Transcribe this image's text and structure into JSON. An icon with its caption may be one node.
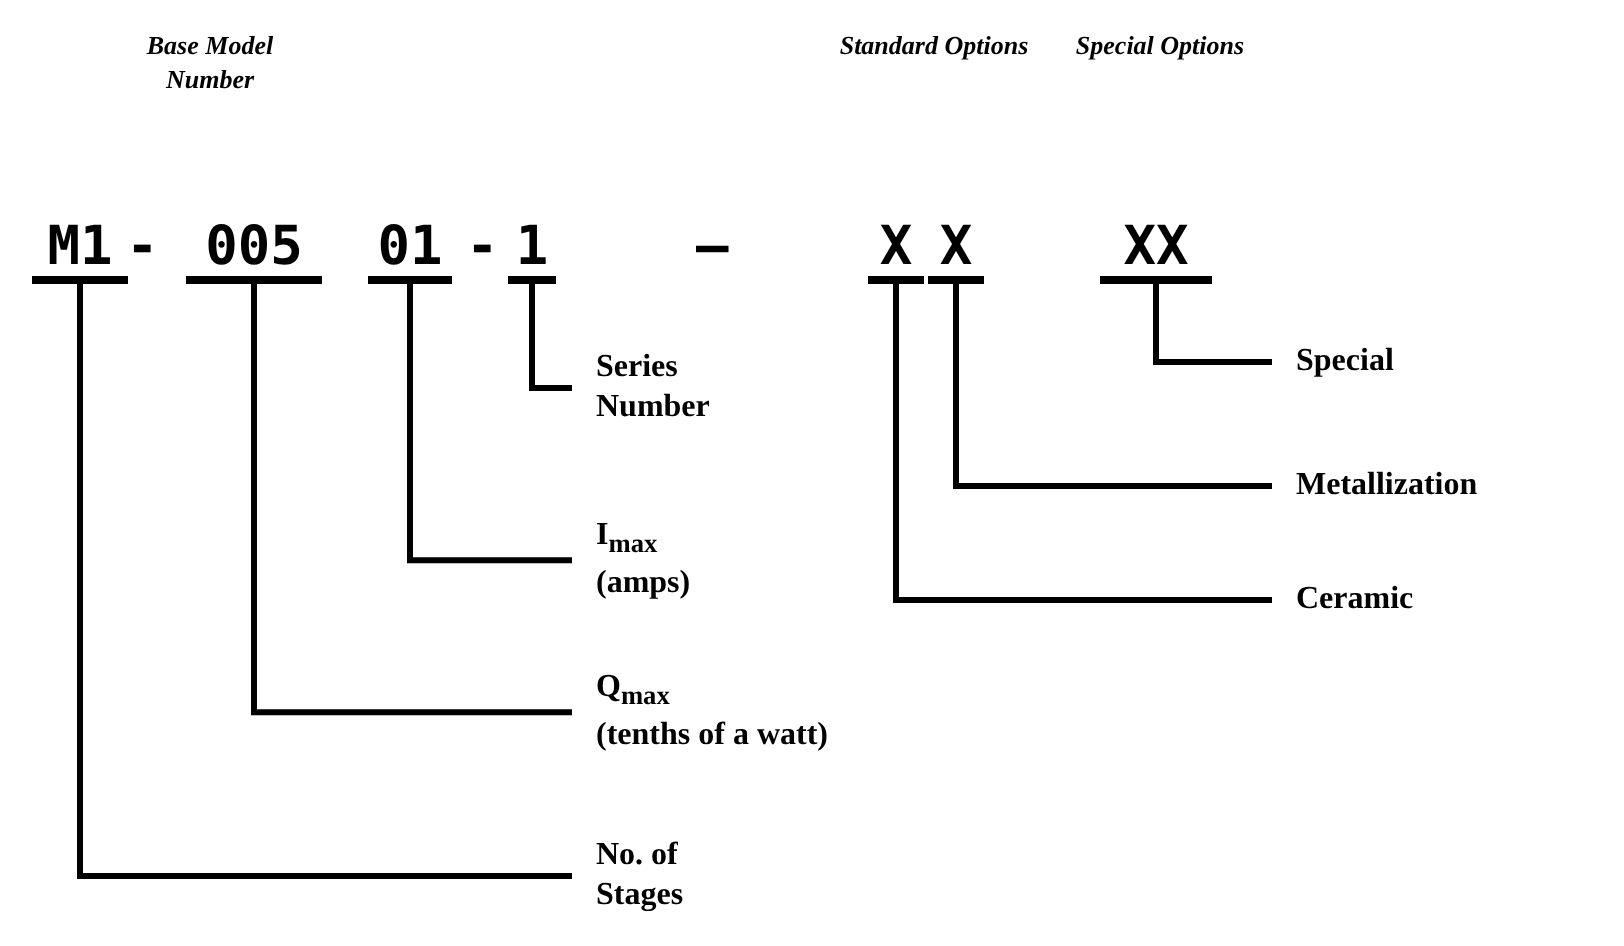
{
  "diagram": {
    "nodes": [
      {
        "text": [
          "M1"
        ]
      },
      {
        "text": [
          "005"
        ]
      },
      {
        "text": [
          "01"
        ]
      },
      {
        "text": [
          "1"
        ]
      },
      {
        "text": [
          "X"
        ]
      },
      {
        "text": [
          "X"
        ]
      },
      {
        "text": [
          "XX"
        ]
      },
      {
        "text": [
          "Series Number"
        ]
      },
      {
        "text": [
          "I$_{max}$",
          "(amps)"
        ]
      },
      {
        "text": [
          "Q$_{max}$",
          "(tenths of a watt)"
        ]
      },
      {
        "text": [
          "No. of Stages"
        ]
      },
      {
        "text": [
          "Special"
        ]
      },
      {
        "text": [
          "Metallization"
        ]
      },
      {
        "text": [
          "Ceramic"
        ]
      }
    ],
    "edges": [
      {
        "from": 3,
        "to": 7,
        "arrow": "none"
      },
      {
        "from": 2,
        "to": 8,
        "arrow": "none"
      },
      {
        "from": 1,
        "to": 9,
        "arrow": "none"
      },
      {
        "from": 0,
        "to": 10,
        "arrow": "none"
      },
      {
        "from": 6,
        "to": 11,
        "arrow": "none"
      },
      {
        "from": 5,
        "to": 12,
        "arrow": "none"
      },
      {
        "from": 4,
        "to": 13,
        "arrow": "none"
      }
    ],
    "labels": [
      "Base Model Number",
      "Standard Options",
      "Special Options",
      "-",
      "-",
      "—"
    ]
  }
}
